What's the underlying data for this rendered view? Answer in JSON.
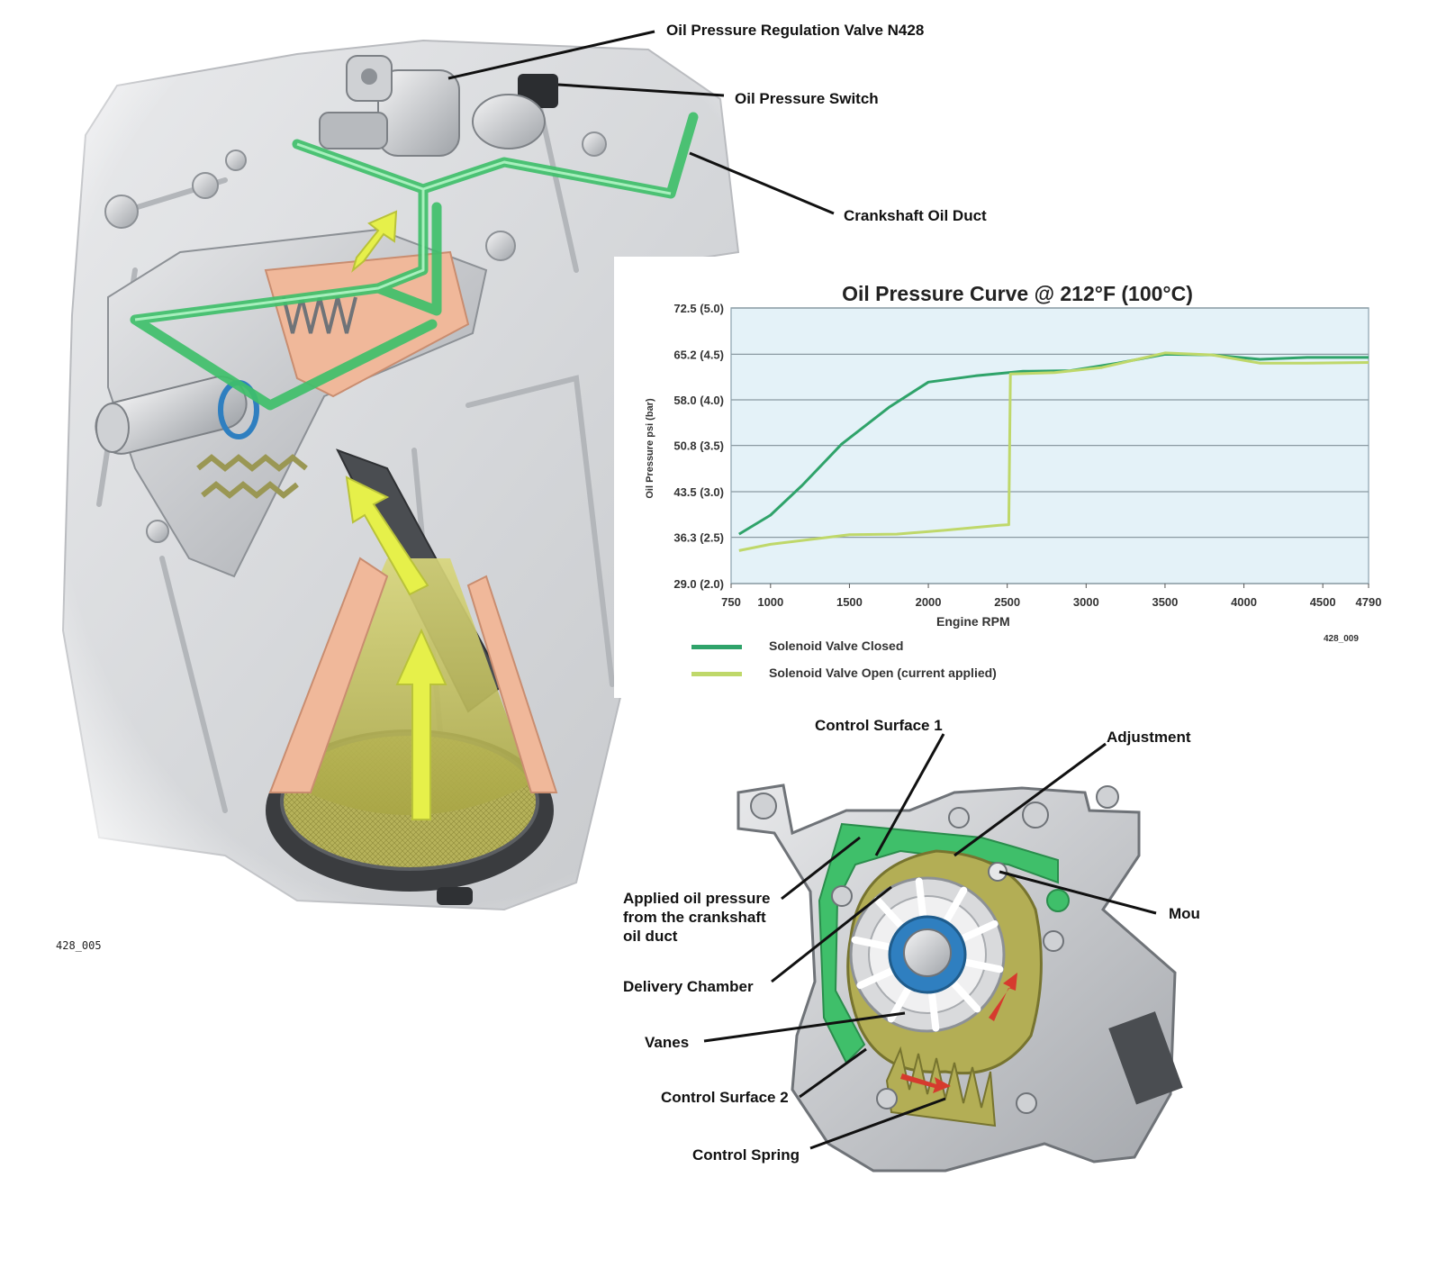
{
  "labels": {
    "valve": "Oil Pressure Regulation Valve N428",
    "switch": "Oil Pressure Switch",
    "duct": "Crankshaft Oil Duct",
    "fig_left": "428_005",
    "control_surface_1": "Control Surface 1",
    "adjustment": "Adjustment",
    "applied": "Applied oil pressure from the crankshaft oil duct",
    "mou": "Mou",
    "delivery": "Delivery Chamber",
    "vanes": "Vanes",
    "control_surface_2": "Control Surface 2",
    "control_spring": "Control Spring"
  },
  "colors": {
    "oil_green": "#3fbf6a",
    "arrow_yellow": "#e6f04a",
    "gasket_peach": "#f0b89a",
    "strainer_olive": "#b9b45a",
    "chart_bg": "#e4f2f8",
    "grid": "#8a9aa2",
    "series_closed": "#2fa36a",
    "series_open": "#bfd86a",
    "vane_blue": "#2f7fc0"
  },
  "chart_data": {
    "type": "line",
    "title": "Oil Pressure Curve @ 212°F (100°C)",
    "xlabel": "Engine RPM",
    "ylabel": "Oil Pressure psi (bar)",
    "xlim": [
      750,
      4790
    ],
    "ylim": [
      29.0,
      72.5
    ],
    "x_ticks": [
      750,
      1000,
      1500,
      2000,
      2500,
      3000,
      3500,
      4000,
      4500,
      4790
    ],
    "y_ticks": [
      {
        "value": 29.0,
        "label": "29.0 (2.0)"
      },
      {
        "value": 36.3,
        "label": "36.3 (2.5)"
      },
      {
        "value": 43.5,
        "label": "43.5 (3.0)"
      },
      {
        "value": 50.8,
        "label": "50.8 (3.5)"
      },
      {
        "value": 58.0,
        "label": "58.0 (4.0)"
      },
      {
        "value": 65.2,
        "label": "65.2 (4.5)"
      },
      {
        "value": 72.5,
        "label": "72.5 (5.0)"
      }
    ],
    "grid": true,
    "legend_position": "bottom-left",
    "figure_id": "428_009",
    "series": [
      {
        "name": "Solenoid Valve Closed",
        "color": "#2fa36a",
        "x": [
          800,
          1000,
          1200,
          1450,
          1750,
          2000,
          2300,
          2600,
          2900,
          3200,
          3500,
          3800,
          4100,
          4400,
          4790
        ],
        "y": [
          36.8,
          39.8,
          44.5,
          51.0,
          56.8,
          60.8,
          61.8,
          62.5,
          62.6,
          63.8,
          65.2,
          65.1,
          64.4,
          64.7,
          64.7
        ]
      },
      {
        "name": "Solenoid Valve Open (current applied)",
        "color": "#bfd86a",
        "x": [
          800,
          1000,
          1500,
          1800,
          2100,
          2450,
          2510,
          2520,
          2800,
          3100,
          3500,
          3800,
          4100,
          4400,
          4790
        ],
        "y": [
          34.2,
          35.2,
          36.7,
          36.8,
          37.4,
          38.2,
          38.3,
          62.1,
          62.3,
          63.1,
          65.4,
          65.1,
          63.8,
          63.8,
          63.9
        ]
      }
    ]
  }
}
